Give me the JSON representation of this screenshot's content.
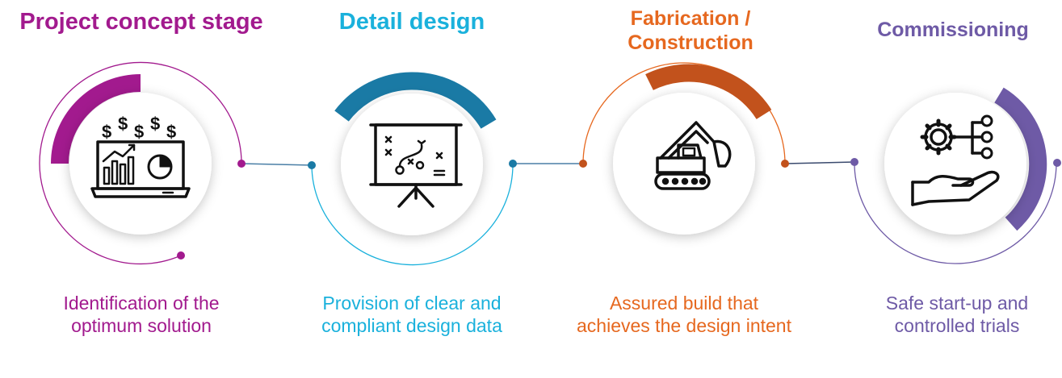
{
  "stages": [
    {
      "title": "Project concept stage",
      "description": "Identification of the optimum solution",
      "color": "#a21a8e",
      "icon": "laptop-financial-chart-icon"
    },
    {
      "title": "Detail design",
      "description": "Provision of clear and compliant design data",
      "color": "#1ab1dc",
      "icon": "presentation-board-strategy-icon"
    },
    {
      "title": "Fabrication / Construction",
      "description": "Assured build that achieves the design intent",
      "color": "#e6681f",
      "icon": "excavator-icon"
    },
    {
      "title": "Commissioning",
      "description": "Safe start-up and controlled trials",
      "color": "#6e5aa6",
      "icon": "gear-hand-network-icon"
    }
  ],
  "colors": {
    "arc_stage1": "#a21a8e",
    "arc_stage2": "#1a7aa5",
    "arc_stage3": "#c2521c",
    "arc_stage4": "#6e5aa6",
    "connector": "#4a7fa6"
  }
}
